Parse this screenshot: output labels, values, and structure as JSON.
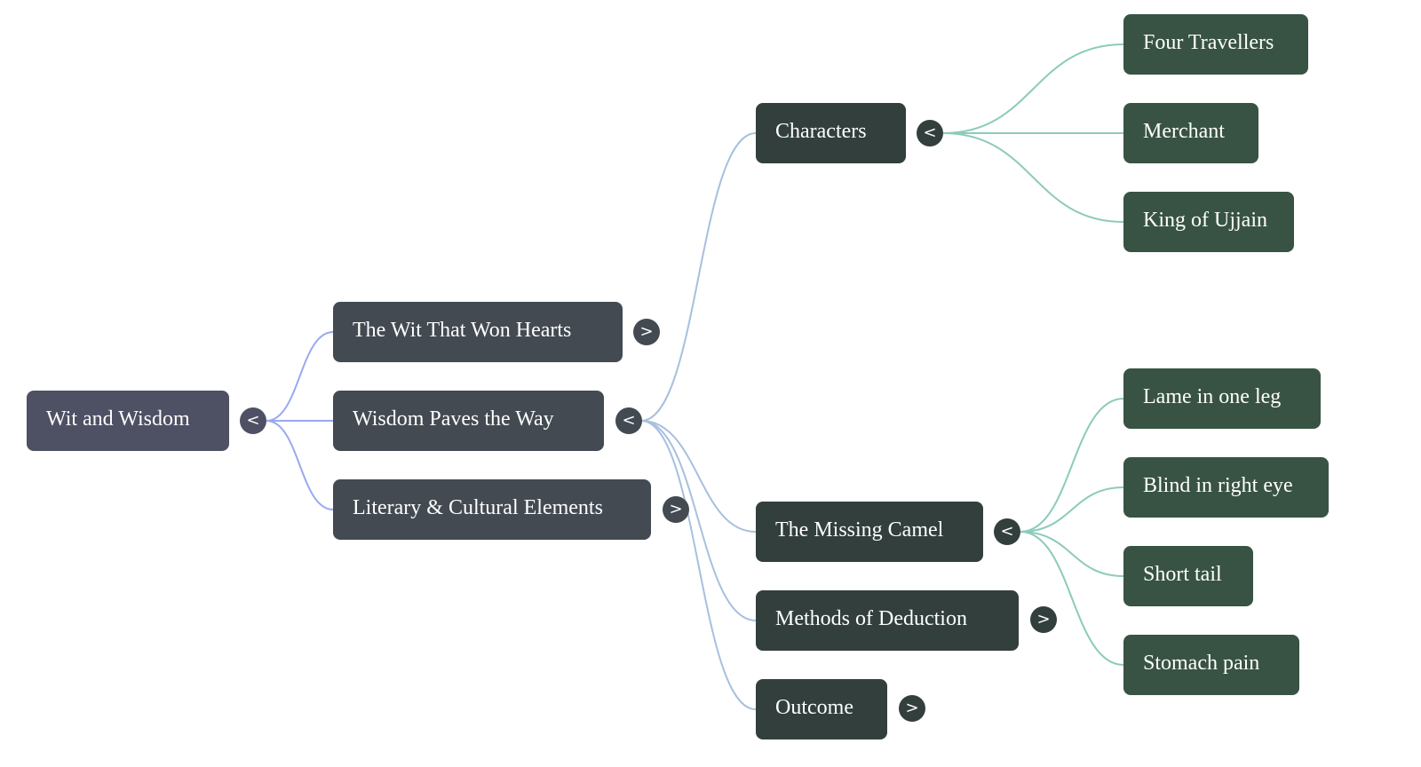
{
  "root": {
    "label": "Wit and Wisdom",
    "toggle": "<"
  },
  "level1": [
    {
      "label": "The Wit That Won Hearts",
      "toggle": ">"
    },
    {
      "label": "Wisdom Paves the Way",
      "toggle": "<"
    },
    {
      "label": "Literary & Cultural Elements",
      "toggle": ">"
    }
  ],
  "level2": [
    {
      "label": "Characters",
      "toggle": "<"
    },
    {
      "label": "The Missing Camel",
      "toggle": "<"
    },
    {
      "label": "Methods of Deduction",
      "toggle": ">"
    },
    {
      "label": "Outcome",
      "toggle": ">"
    }
  ],
  "characters": [
    {
      "label": "Four Travellers"
    },
    {
      "label": "Merchant"
    },
    {
      "label": "King of Ujjain"
    }
  ],
  "camel_traits": [
    {
      "label": "Lame in one leg"
    },
    {
      "label": "Blind in right eye"
    },
    {
      "label": "Short tail"
    },
    {
      "label": "Stomach pain"
    }
  ],
  "colors": {
    "link_root": "#9aa8f0",
    "link_level1": "#a7c0df",
    "link_level2": "#8ccbbb"
  }
}
